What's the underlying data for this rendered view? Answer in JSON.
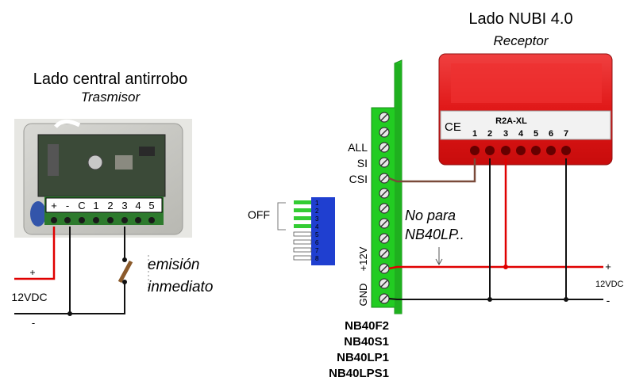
{
  "left": {
    "title": "Lado central antirrobo",
    "subtitle": "Trasmisor",
    "terminals": [
      "+",
      "-",
      "C",
      "1",
      "2",
      "3",
      "4",
      "5"
    ],
    "plus": "+",
    "minus": "-",
    "voltage": "12VDC",
    "switch_label_1": "emisión",
    "switch_label_2": "inmediato"
  },
  "right": {
    "title": "Lado NUBI 4.0",
    "subtitle": "Receptor",
    "brand": "CE",
    "model": "R2A-XL",
    "terminals": [
      "1",
      "2",
      "3",
      "4",
      "5",
      "6",
      "7"
    ],
    "plus": "+",
    "minus": "-",
    "voltage": "12VDC"
  },
  "terminal_block": {
    "all": "ALL",
    "si": "SI",
    "csi": "CSI",
    "plus12v": "+12V",
    "gnd": "GND",
    "models": [
      "NB40F2",
      "NB40S1",
      "NB40LP1",
      "NB40LPS1"
    ]
  },
  "dip": {
    "off_label": "OFF",
    "numbers": [
      "1",
      "2",
      "3",
      "4",
      "5",
      "6",
      "7",
      "8"
    ]
  },
  "note": {
    "line1": "No para",
    "line2": "NB40LP.."
  },
  "colors": {
    "wire_red": "#e00000",
    "wire_brown": "#7a4a3a",
    "block_green": "#22cc22",
    "dip_blue": "#1f3fd0",
    "receiver_red": "#e01818"
  }
}
